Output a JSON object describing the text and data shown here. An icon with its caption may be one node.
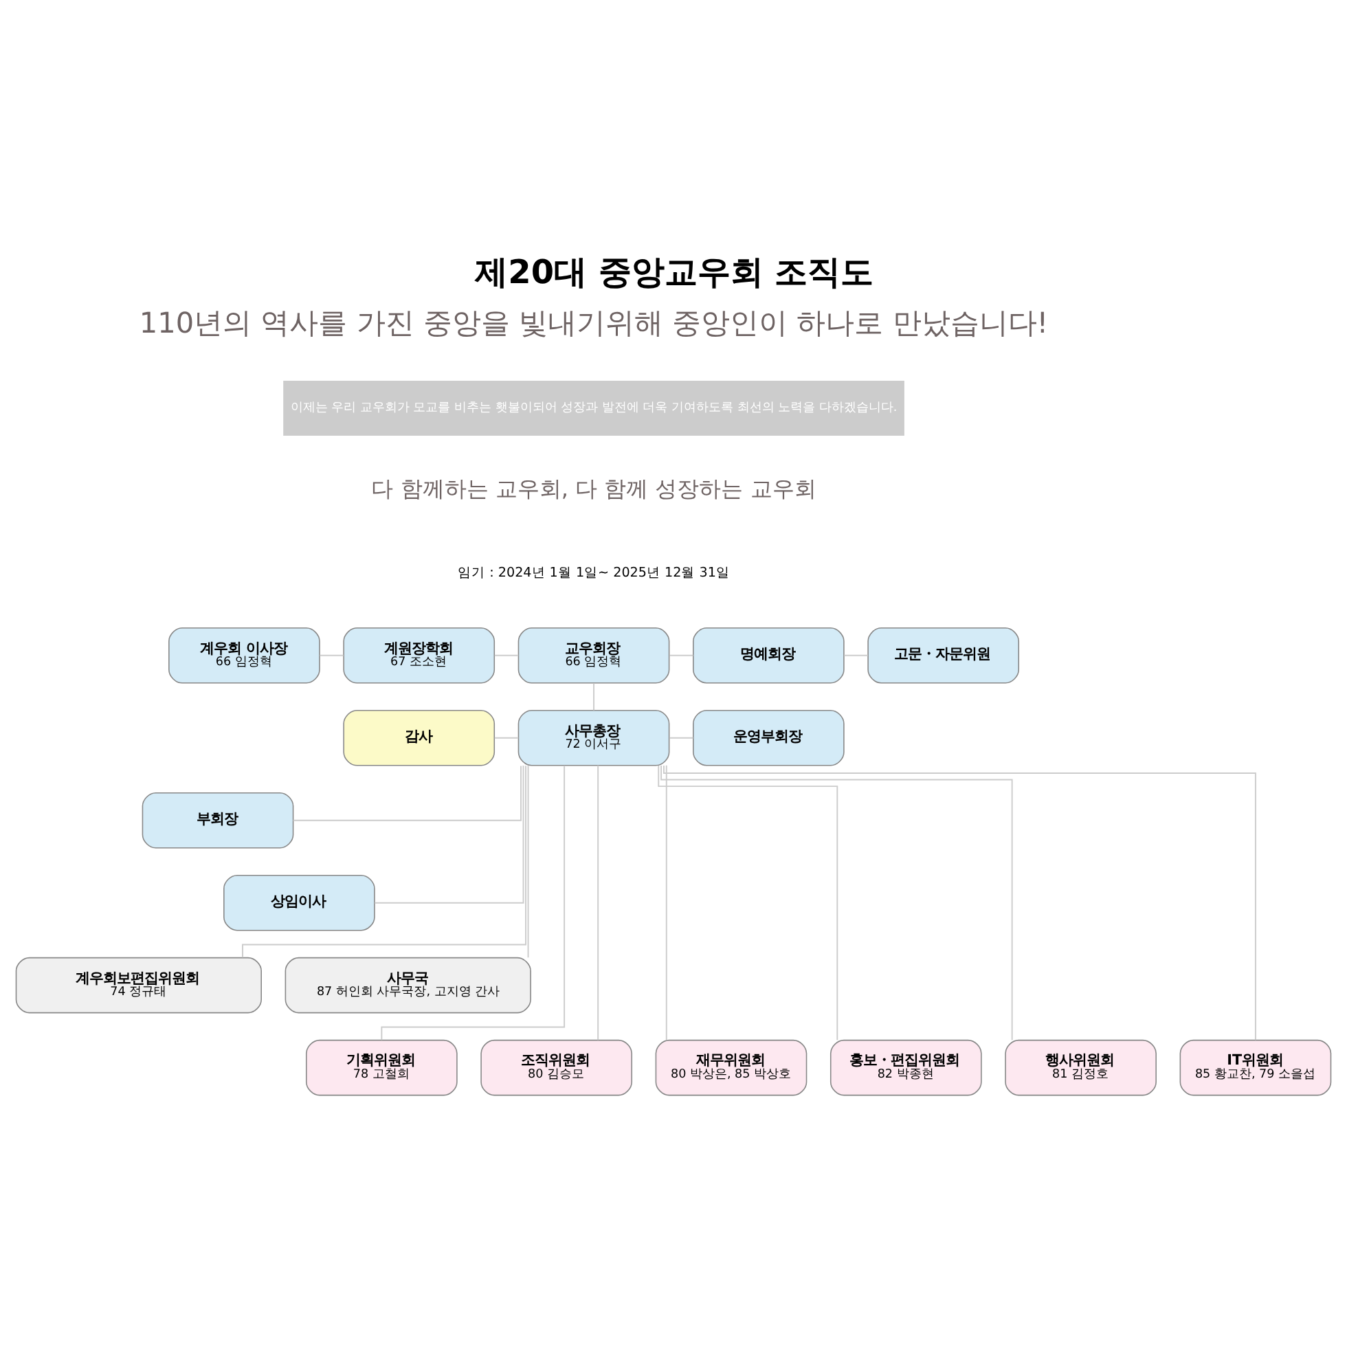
{
  "diagram": {
    "title": "제20대 중앙교우회 조직도",
    "nodes": [
      {
        "text": [
          "계우회 이사장",
          "66 임정혁"
        ]
      },
      {
        "text": [
          "계원장학회",
          "67 조소현"
        ]
      },
      {
        "text": [
          "교우회장",
          "66 임정혁"
        ]
      },
      {
        "text": [
          "명예회장"
        ]
      },
      {
        "text": [
          "고문・자문위원"
        ]
      },
      {
        "text": [
          "감사"
        ]
      },
      {
        "text": [
          "사무총장",
          "72 이서구"
        ]
      },
      {
        "text": [
          "운영부회장"
        ]
      },
      {
        "text": [
          "부회장"
        ]
      },
      {
        "text": [
          "상임이사"
        ]
      },
      {
        "text": [
          "계우회보편집위원회",
          "74 정규태"
        ]
      },
      {
        "text": [
          "사무국",
          "87 허인회 사무국장, 고지영 간사"
        ]
      },
      {
        "text": [
          "기획위원회",
          "78 고철희"
        ]
      },
      {
        "text": [
          "조직위원회",
          "80 김승모"
        ]
      },
      {
        "text": [
          "재무위원회",
          "80 박상은, 85 박상호"
        ]
      },
      {
        "text": [
          "홍보・편집위원회",
          "82 박종현"
        ]
      },
      {
        "text": [
          "행사위원회",
          "81 김정호"
        ]
      },
      {
        "text": [
          "IT위원회",
          "85 황교찬, 79 소을섭"
        ]
      }
    ],
    "edges": [
      {
        "from": 0,
        "to": 1,
        "arrow": "none"
      },
      {
        "from": 1,
        "to": 2,
        "arrow": "none"
      },
      {
        "from": 2,
        "to": 3,
        "arrow": "none"
      },
      {
        "from": 3,
        "to": 4,
        "arrow": "none"
      },
      {
        "from": 2,
        "to": 6,
        "arrow": "none"
      },
      {
        "from": 5,
        "to": 6,
        "arrow": "none"
      },
      {
        "from": 6,
        "to": 7,
        "arrow": "none"
      },
      {
        "from": 6,
        "to": 8,
        "arrow": "none"
      },
      {
        "from": 6,
        "to": 9,
        "arrow": "none"
      },
      {
        "from": 6,
        "to": 10,
        "arrow": "none"
      },
      {
        "from": 6,
        "to": 11,
        "arrow": "none"
      },
      {
        "from": 6,
        "to": 12,
        "arrow": "none"
      },
      {
        "from": 6,
        "to": 13,
        "arrow": "none"
      },
      {
        "from": 6,
        "to": 14,
        "arrow": "none"
      },
      {
        "from": 6,
        "to": 15,
        "arrow": "none"
      },
      {
        "from": 6,
        "to": 16,
        "arrow": "none"
      },
      {
        "from": 6,
        "to": 17,
        "arrow": "none"
      }
    ],
    "labels": [
      "110년의 역사를 가진 중앙을 빛내기위해 중앙인이 하나로 만났습니다!",
      "이제는 우리 교우회가 모교를 비추는 횃불이되어 성장과 발전에 더욱 기여하도록 최선의 노력을 다하겠습니다.",
      "다 함께하는 교우회, 다 함께 성장하는 교우회",
      "임기 : 2024년 1월 1일~ 2025년 12월 31일"
    ]
  }
}
